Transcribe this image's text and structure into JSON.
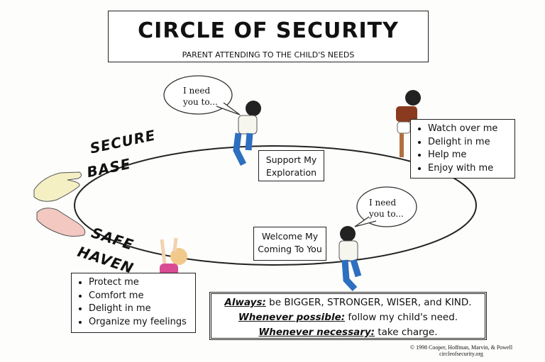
{
  "title": "CIRCLE OF SECURITY",
  "subtitle": "PARENT ATTENDING TO THE CHILD'S NEEDS",
  "secure_base": [
    "SECURE",
    "BASE"
  ],
  "safe_haven": [
    "SAFE",
    "HAVEN"
  ],
  "support_box": [
    "Support My",
    "Exploration"
  ],
  "welcome_box": [
    "Welcome My",
    "Coming To You"
  ],
  "top_needs": [
    "Watch over me",
    "Delight in me",
    "Help me",
    "Enjoy with me"
  ],
  "bottom_needs": [
    "Protect me",
    "Comfort me",
    "Delight in me",
    "Organize my feelings"
  ],
  "bubble_top": [
    "I need",
    "you to..."
  ],
  "bubble_bottom": [
    "I need",
    "you to..."
  ],
  "rules": {
    "always_label": "Always:",
    "always_text": " be BIGGER, STRONGER, WISER, and KIND.",
    "possible_label": "Whenever possible:",
    "possible_text": " follow my child's need.",
    "necessary_label": "Whenever necessary:",
    "necessary_text": " take charge."
  },
  "credit": [
    "© 1998 Cooper, Hoffman, Marvin, & Powell",
    "circleofsecurity.org"
  ]
}
